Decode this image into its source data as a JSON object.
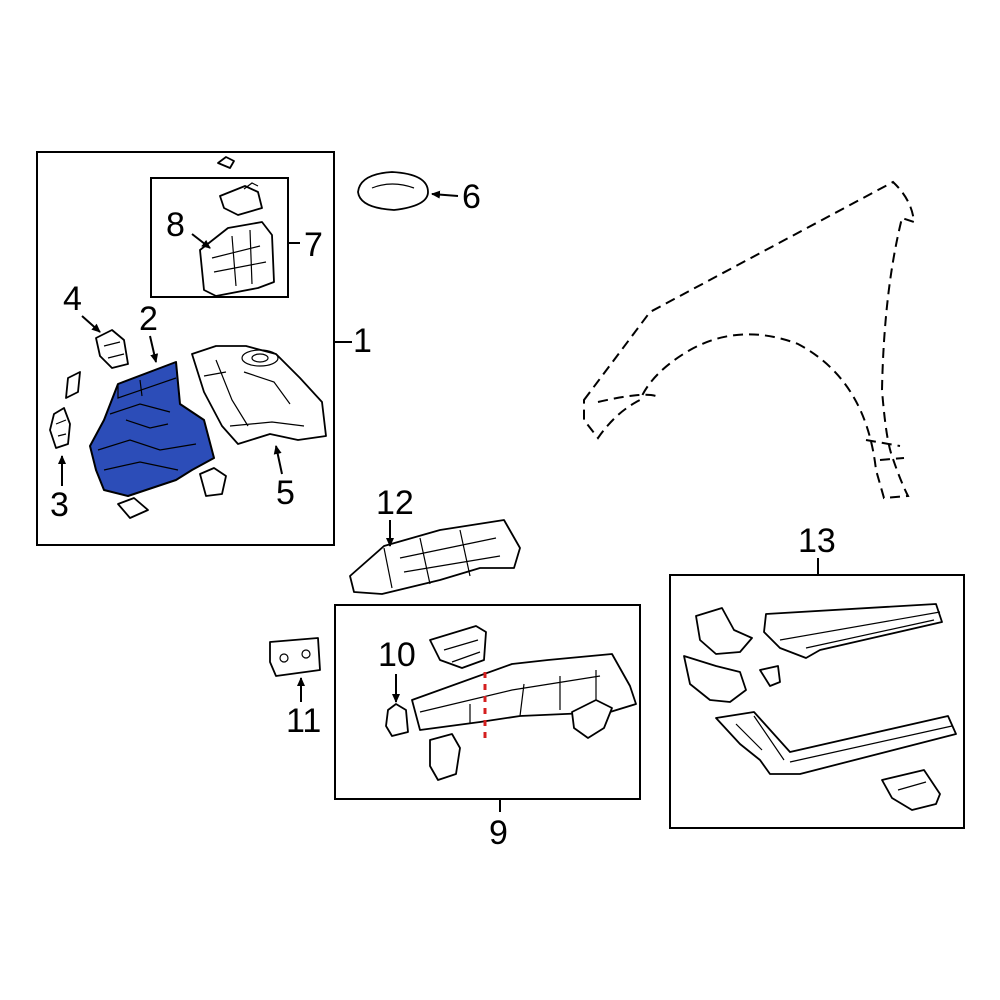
{
  "callouts": {
    "c1": "1",
    "c2": "2",
    "c3": "3",
    "c4": "4",
    "c5": "5",
    "c6": "6",
    "c7": "7",
    "c8": "8",
    "c9": "9",
    "c10": "10",
    "c11": "11",
    "c12": "12",
    "c13": "13"
  },
  "colors": {
    "highlight_fill": "#2c4db8",
    "outline": "#000000",
    "cut_line": "#d41f1f"
  },
  "highlighted_part": "2"
}
